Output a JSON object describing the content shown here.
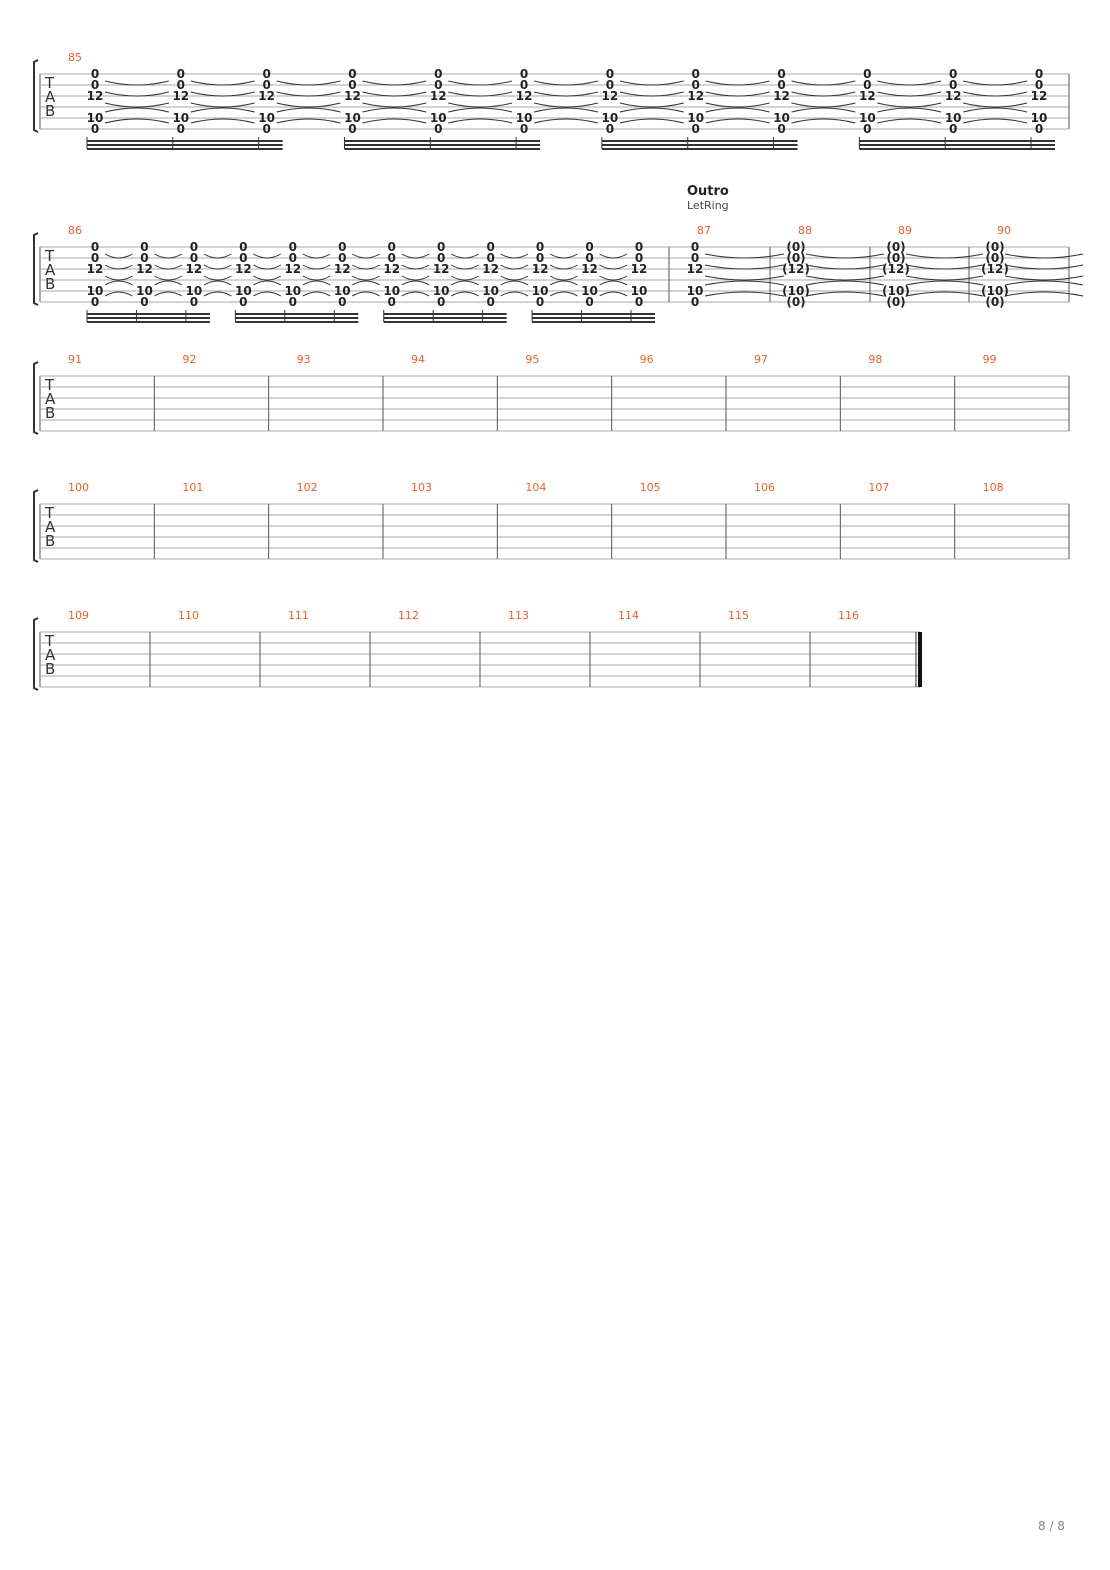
{
  "page": {
    "number": "8 / 8"
  },
  "tab_letters": [
    "T",
    "A",
    "B"
  ],
  "section": {
    "title": "Outro",
    "subtitle": "LetRing"
  },
  "systems": [
    {
      "bars": [
        {
          "number": "85",
          "beats": [
            [
              "0",
              "0",
              "12",
              "10",
              "0"
            ],
            [
              "0",
              "0",
              "12",
              "10",
              "0"
            ],
            [
              "0",
              "0",
              "12",
              "10",
              "0"
            ],
            [
              "0",
              "0",
              "12",
              "10",
              "0"
            ],
            [
              "0",
              "0",
              "12",
              "10",
              "0"
            ],
            [
              "0",
              "0",
              "12",
              "10",
              "0"
            ],
            [
              "0",
              "0",
              "12",
              "10",
              "0"
            ],
            [
              "0",
              "0",
              "12",
              "10",
              "0"
            ],
            [
              "0",
              "0",
              "12",
              "10",
              "0"
            ],
            [
              "0",
              "0",
              "12",
              "10",
              "0"
            ],
            [
              "0",
              "0",
              "12",
              "10",
              "0"
            ],
            [
              "0",
              "0",
              "12",
              "10",
              "0"
            ]
          ]
        }
      ]
    },
    {
      "bars": [
        {
          "number": "86",
          "beats": [
            [
              "0",
              "0",
              "12",
              "10",
              "0"
            ],
            [
              "0",
              "0",
              "12",
              "10",
              "0"
            ],
            [
              "0",
              "0",
              "12",
              "10",
              "0"
            ],
            [
              "0",
              "0",
              "12",
              "10",
              "0"
            ],
            [
              "0",
              "0",
              "12",
              "10",
              "0"
            ],
            [
              "0",
              "0",
              "12",
              "10",
              "0"
            ],
            [
              "0",
              "0",
              "12",
              "10",
              "0"
            ],
            [
              "0",
              "0",
              "12",
              "10",
              "0"
            ],
            [
              "0",
              "0",
              "12",
              "10",
              "0"
            ],
            [
              "0",
              "0",
              "12",
              "10",
              "0"
            ],
            [
              "0",
              "0",
              "12",
              "10",
              "0"
            ],
            [
              "0",
              "0",
              "12",
              "10",
              "0"
            ]
          ]
        },
        {
          "number": "87",
          "beats": [
            [
              "0",
              "0",
              "12",
              "10",
              "0"
            ]
          ]
        },
        {
          "number": "88",
          "beats": [
            [
              "(0)",
              "(0)",
              "(12)",
              "(10)",
              "(0)"
            ]
          ]
        },
        {
          "number": "89",
          "beats": [
            [
              "(0)",
              "(0)",
              "(12)",
              "(10)",
              "(0)"
            ]
          ]
        },
        {
          "number": "90",
          "beats": [
            [
              "(0)",
              "(0)",
              "(12)",
              "(10)",
              "(0)"
            ]
          ]
        }
      ]
    },
    {
      "bars": [
        {
          "number": "91"
        },
        {
          "number": "92"
        },
        {
          "number": "93"
        },
        {
          "number": "94"
        },
        {
          "number": "95"
        },
        {
          "number": "96"
        },
        {
          "number": "97"
        },
        {
          "number": "98"
        },
        {
          "number": "99"
        }
      ]
    },
    {
      "bars": [
        {
          "number": "100"
        },
        {
          "number": "101"
        },
        {
          "number": "102"
        },
        {
          "number": "103"
        },
        {
          "number": "104"
        },
        {
          "number": "105"
        },
        {
          "number": "106"
        },
        {
          "number": "107"
        },
        {
          "number": "108"
        }
      ]
    },
    {
      "bars": [
        {
          "number": "109"
        },
        {
          "number": "110"
        },
        {
          "number": "111"
        },
        {
          "number": "112"
        },
        {
          "number": "113"
        },
        {
          "number": "114"
        },
        {
          "number": "115"
        },
        {
          "number": "116"
        }
      ]
    }
  ]
}
